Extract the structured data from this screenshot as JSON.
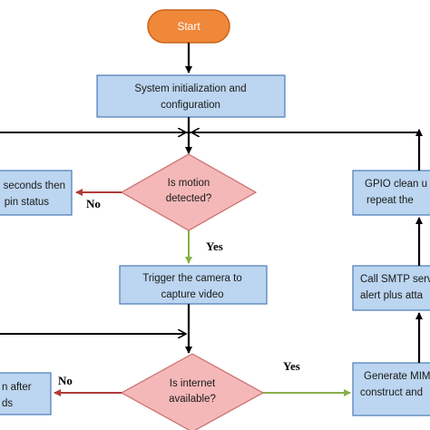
{
  "start": {
    "label": "Start"
  },
  "init": {
    "line1": "System  initialization and",
    "line2": "configuration"
  },
  "wait": {
    "line1": "seconds then",
    "line2": "pin status"
  },
  "motion": {
    "line1": "Is motion",
    "line2": "detected?"
  },
  "trigger": {
    "line1": "Trigger the camera to",
    "line2": "capture video"
  },
  "gpio": {
    "line1": "GPIO clean u",
    "line2": "repeat the"
  },
  "smtp": {
    "line1": "Call SMTP serv",
    "line2": "alert plus atta"
  },
  "retry": {
    "line1": "n after",
    "line2": "ds"
  },
  "internet": {
    "line1": "Is internet",
    "line2": "available?"
  },
  "mime": {
    "line1": "Generate MIM",
    "line2": "construct and"
  },
  "labels": {
    "no_motion": "No",
    "yes_motion": "Yes",
    "no_internet": "No",
    "yes_internet": "Yes"
  },
  "colors": {
    "start_fill": "#f0883a",
    "box_fill": "#bcd5f0",
    "box_stroke": "#4a7bb7",
    "decision_fill": "#f4b8b8",
    "decision_stroke": "#cc6b6b",
    "no_arrow": "#b03a3a",
    "yes_arrow": "#88b04a",
    "flow_arrow": "#000000"
  }
}
